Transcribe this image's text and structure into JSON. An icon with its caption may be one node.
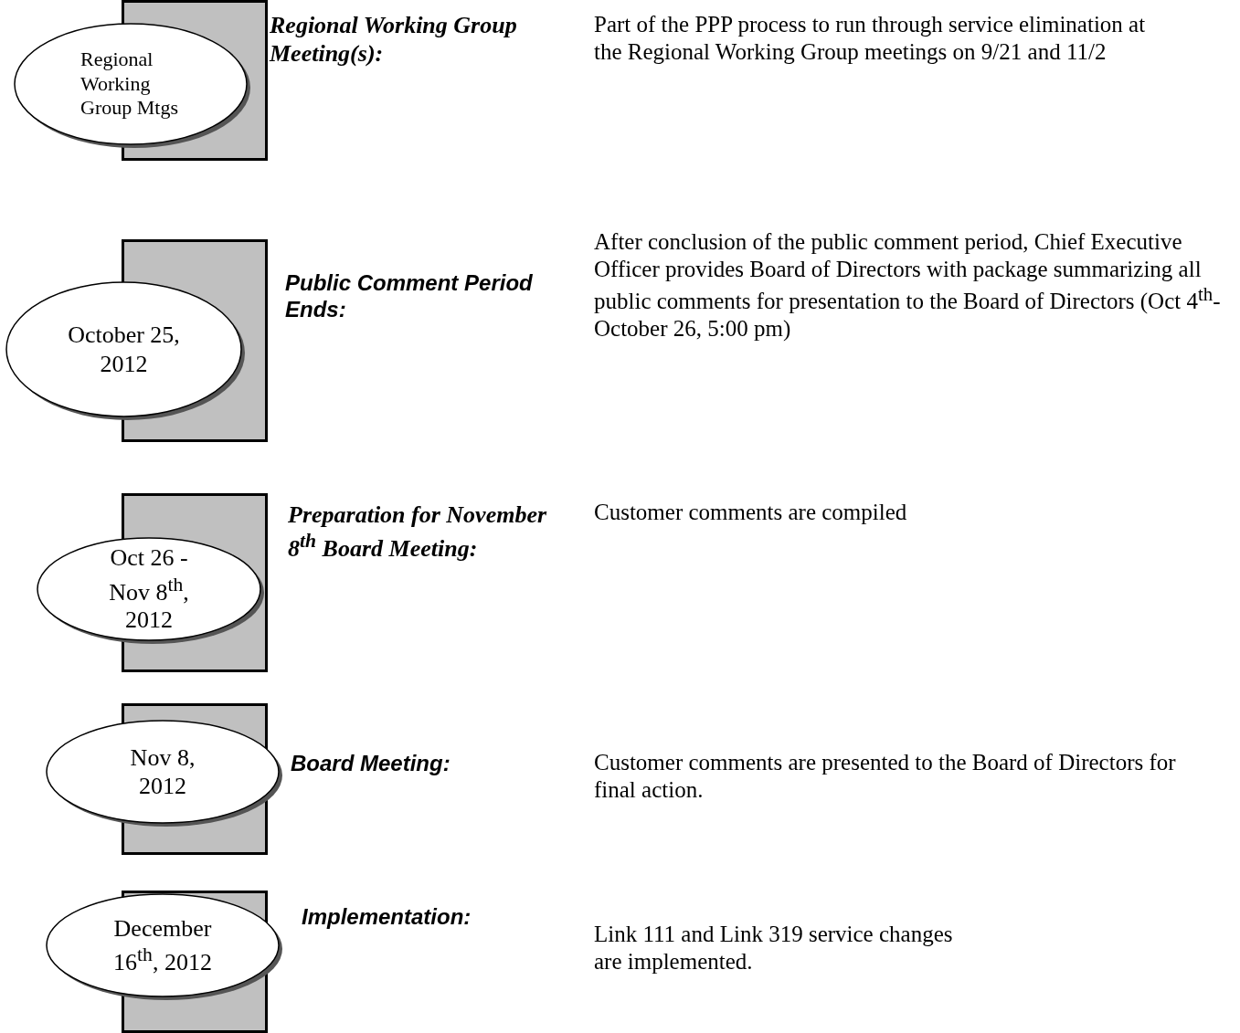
{
  "diagram": {
    "nodes": [
      {
        "text": [
          "Regional Working Group Mtgs"
        ]
      },
      {
        "text": [
          "October 25, 2012"
        ]
      },
      {
        "text": [
          "Oct 26 - Nov 8$^{th}$, 2012"
        ]
      },
      {
        "text": [
          "Nov 8, 2012"
        ]
      },
      {
        "text": [
          "December 16$^{th}$, 2012"
        ]
      }
    ],
    "edges": [],
    "labels": [
      "Regional Working Group Meeting(s):",
      "Part of the PPP process to run through service elimination at the Regional Working Group meetings on 9/21 and 11/2",
      "Public Comment Period Ends:",
      "After conclusion of the public comment period, Chief Executive Officer provides Board of Directors with package summarizing all public comments for presentation to the Board of Directors  (Oct  4$^{th}$- October 26, 5:00 pm)",
      "Preparation for November 8$^{th}$ Board Meeting:",
      "Customer comments are compiled",
      "Board Meeting:",
      "Customer comments are presented to the Board of Directors for final action.",
      "Implementation:",
      "Link 111 and Link 319 service changes are implemented."
    ]
  }
}
